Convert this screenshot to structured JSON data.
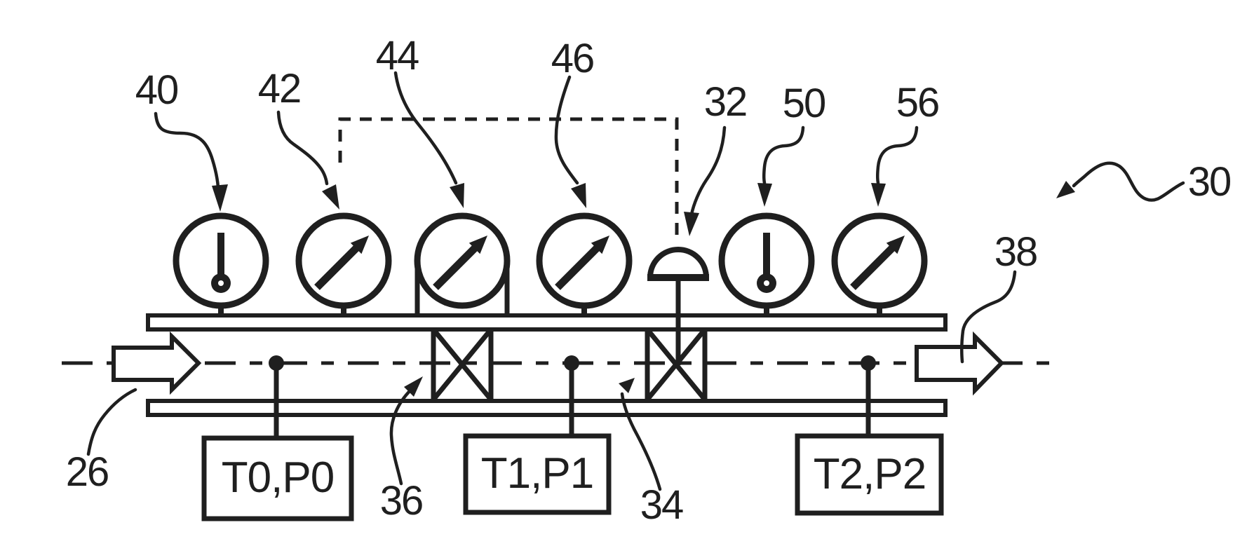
{
  "figure": {
    "kind": "patent-style piping and instrumentation diagram",
    "colors": {
      "ink": "#1f1f1f",
      "background": "#ffffff"
    }
  },
  "labels": {
    "l26": "26",
    "l30": "30",
    "l32": "32",
    "l34": "34",
    "l36": "36",
    "l38": "38",
    "l40": "40",
    "l42": "42",
    "l44": "44",
    "l46": "46",
    "l50": "50",
    "l56": "56"
  },
  "sensor_boxes": [
    {
      "text": "T0,P0"
    },
    {
      "text": "T1,P1"
    },
    {
      "text": "T2,P2"
    }
  ]
}
